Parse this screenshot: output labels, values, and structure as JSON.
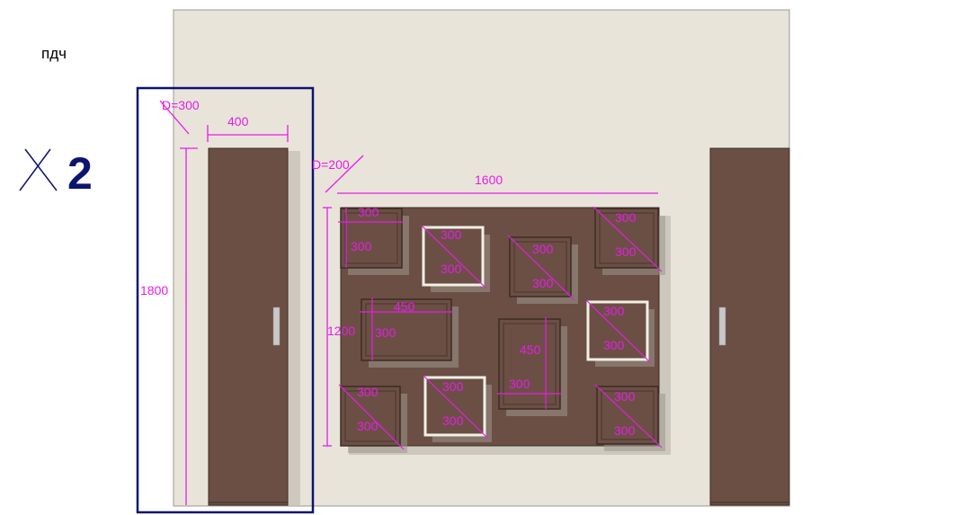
{
  "note": "пдч",
  "multiplier": {
    "symbol": "X",
    "count": "2"
  },
  "dimensions": {
    "cabinet_depth": "D=300",
    "cabinet_width": "400",
    "cabinet_height": "1800",
    "panel_depth": "D=200",
    "panel_width": "1600",
    "panel_height": "1200"
  },
  "shelves": [
    {
      "w": "300",
      "h": "300"
    },
    {
      "w": "300",
      "h": "300"
    },
    {
      "w": "300",
      "h": "300"
    },
    {
      "w": "300",
      "h": "300"
    },
    {
      "w": "450",
      "h": "300"
    },
    {
      "w": "300",
      "h": "450"
    },
    {
      "w": "300",
      "h": "300"
    },
    {
      "w": "300",
      "h": "300"
    },
    {
      "w": "300",
      "h": "300"
    },
    {
      "w": "300",
      "h": "300"
    }
  ],
  "colors": {
    "wall": "#e8e4da",
    "wood": "#6b4f44",
    "dimension": "#e81ce8",
    "frame": "#0b1470",
    "handle": "#c8c8c8"
  }
}
